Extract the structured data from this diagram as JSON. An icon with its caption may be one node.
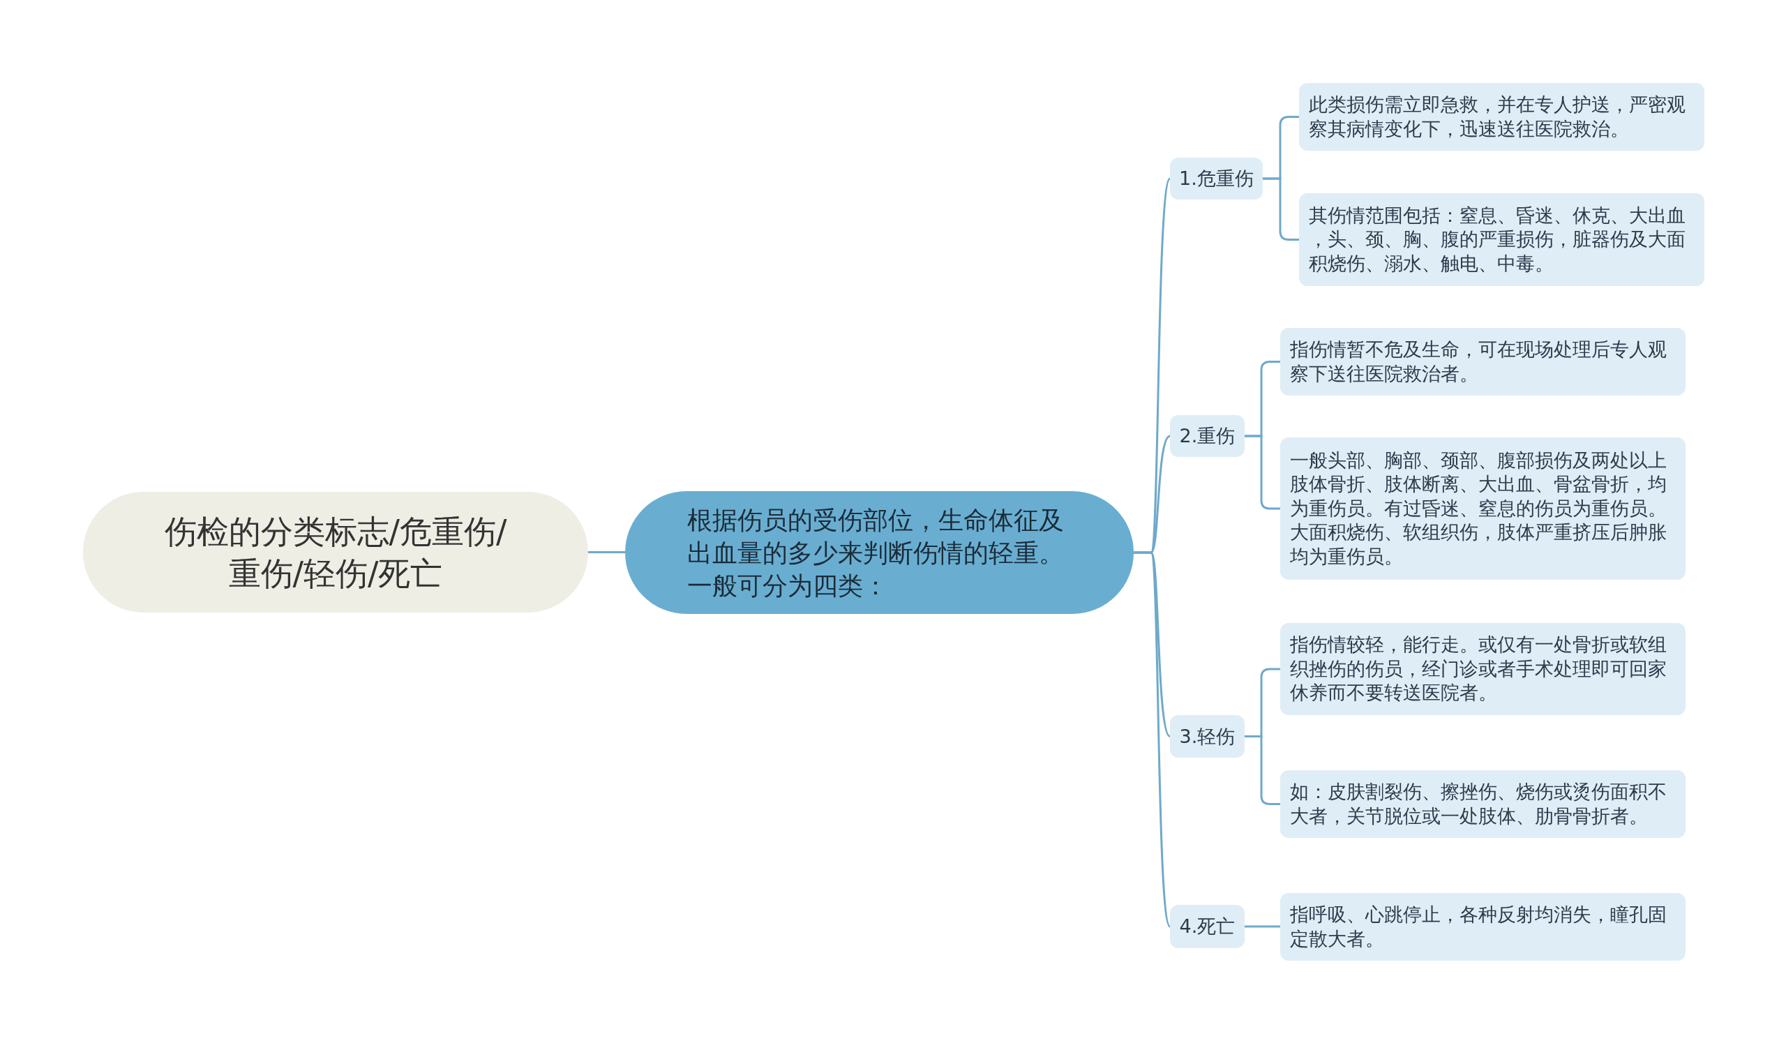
{
  "diagram": {
    "nodes": [
      {
        "text": [
          "伤检的分类标志/危重伤/重伤/轻伤/死亡"
        ]
      },
      {
        "text": [
          "根据伤员的受伤部位，生命体征及出血量的多少来判断伤情的轻重。一般可分为四类："
        ]
      },
      {
        "text": [
          "1.危重伤"
        ]
      },
      {
        "text": [
          "此类损伤需立即急救，并在专人护送，严密观察其病情变化下，迅速送往医院救治。"
        ]
      },
      {
        "text": [
          "其伤情范围包括：窒息、昏迷、休克、大出血，头、颈、胸、腹的严重损伤，脏器伤及大面积烧伤、溺水、触电、中毒。"
        ]
      },
      {
        "text": [
          "2.重伤"
        ]
      },
      {
        "text": [
          "指伤情暂不危及生命，可在现场处理后专人观察下送往医院救治者。"
        ]
      },
      {
        "text": [
          "一般头部、胸部、颈部、腹部损伤及两处以上肢体骨折、肢体断离、大出血、骨盆骨折，均为重伤员。有过昏迷、窒息的伤员为重伤员。大面积烧伤、软组织伤，肢体严重挤压后肿胀均为重伤员。"
        ]
      },
      {
        "text": [
          "3.轻伤"
        ]
      },
      {
        "text": [
          "指伤情较轻，能行走。或仅有一处骨折或软组织挫伤的伤员，经门诊或者手术处理即可回家休养而不要转送医院者。"
        ]
      },
      {
        "text": [
          "如：皮肤割裂伤、擦挫伤、烧伤或烫伤面积不大者，关节脱位或一处肢体、肋骨骨折者。"
        ]
      },
      {
        "text": [
          "4.死亡"
        ]
      },
      {
        "text": [
          "指呼吸、心跳停止，各种反射均消失，瞳孔固定散大者。"
        ]
      }
    ],
    "edges": [
      {
        "from": 0,
        "to": 1,
        "arrow": "none"
      },
      {
        "from": 1,
        "to": 2,
        "arrow": "none"
      },
      {
        "from": 1,
        "to": 5,
        "arrow": "none"
      },
      {
        "from": 1,
        "to": 8,
        "arrow": "none"
      },
      {
        "from": 1,
        "to": 11,
        "arrow": "none"
      },
      {
        "from": 2,
        "to": 3,
        "arrow": "none"
      },
      {
        "from": 2,
        "to": 4,
        "arrow": "none"
      },
      {
        "from": 5,
        "to": 6,
        "arrow": "none"
      },
      {
        "from": 5,
        "to": 7,
        "arrow": "none"
      },
      {
        "from": 8,
        "to": 9,
        "arrow": "none"
      },
      {
        "from": 8,
        "to": 10,
        "arrow": "none"
      },
      {
        "from": 11,
        "to": 12,
        "arrow": "none"
      }
    ]
  }
}
